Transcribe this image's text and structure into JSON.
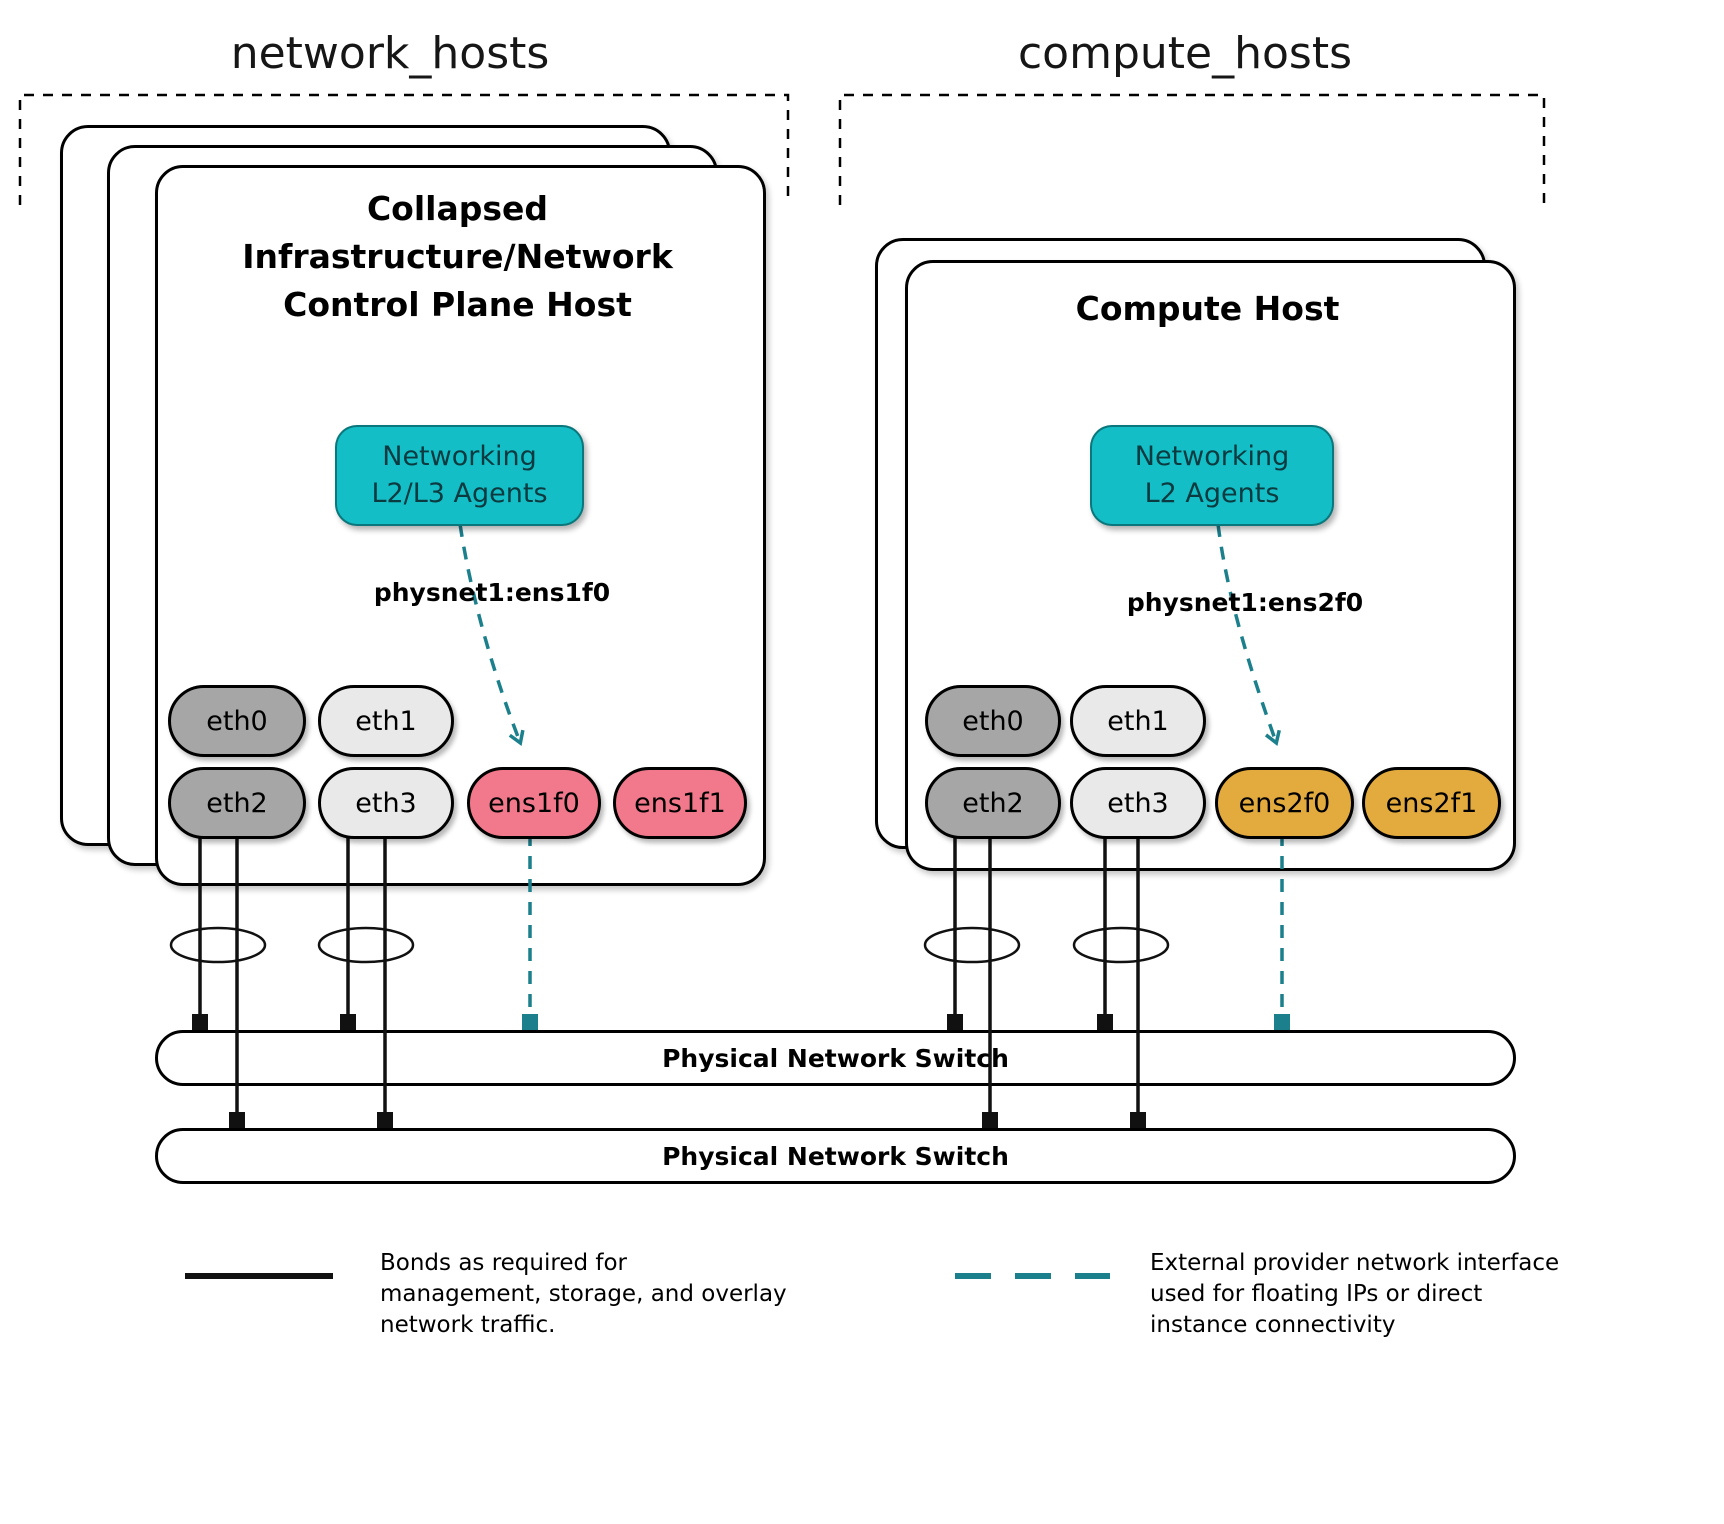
{
  "groups": {
    "network_hosts": "network_hosts",
    "compute_hosts": "compute_hosts"
  },
  "network_host": {
    "title_lines": [
      "Collapsed",
      "Infrastructure/Network",
      "Control Plane Host"
    ],
    "agent_lines": [
      "Networking",
      "L2/L3 Agents"
    ],
    "physnet_label": "physnet1:ens1f0",
    "nics": [
      {
        "name": "eth0",
        "style": "gray"
      },
      {
        "name": "eth1",
        "style": "lightgray"
      },
      {
        "name": "eth2",
        "style": "gray"
      },
      {
        "name": "eth3",
        "style": "lightgray"
      },
      {
        "name": "ens1f0",
        "style": "pink"
      },
      {
        "name": "ens1f1",
        "style": "pink"
      }
    ]
  },
  "compute_host": {
    "title_lines": [
      "Compute Host"
    ],
    "agent_lines": [
      "Networking",
      "L2 Agents"
    ],
    "physnet_label": "physnet1:ens2f0",
    "nics": [
      {
        "name": "eth0",
        "style": "gray"
      },
      {
        "name": "eth1",
        "style": "lightgray"
      },
      {
        "name": "eth2",
        "style": "gray"
      },
      {
        "name": "eth3",
        "style": "lightgray"
      },
      {
        "name": "ens2f0",
        "style": "gold"
      },
      {
        "name": "ens2f1",
        "style": "gold"
      }
    ]
  },
  "switches": [
    {
      "label": "Physical Network Switch"
    },
    {
      "label": "Physical Network Switch"
    }
  ],
  "legend": {
    "bond_text": "Bonds as required for management, storage, and overlay network traffic.",
    "external_text": "External provider network interface used for floating IPs or direct instance connectivity"
  },
  "colors": {
    "teal": "#14bec6",
    "teal_dark": "#1b7f8c",
    "agent_text": "#0b3b40",
    "pink": "#f2798b",
    "gold": "#e3ab3e",
    "gray": "#a6a6a6",
    "lightgray": "#e9e9e9",
    "line_black": "#111111"
  }
}
